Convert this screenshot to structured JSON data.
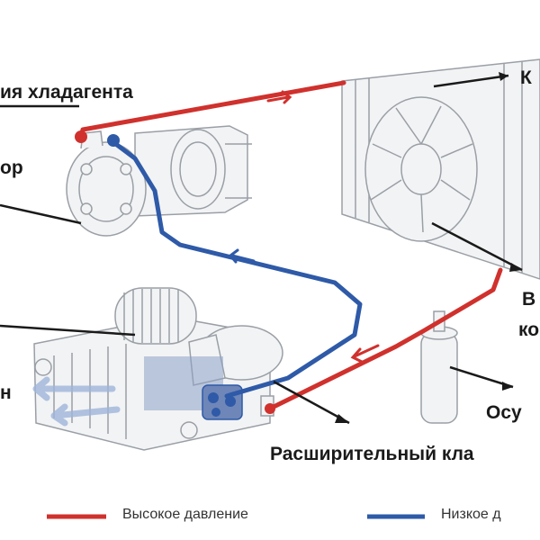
{
  "labels": {
    "line_top": "ия хладагента",
    "compressor": "ор",
    "condenser": "К",
    "fan_v": "В",
    "fan_ko": "ко",
    "dryer": "Осу",
    "evaporator": "н",
    "expansion_valve": "Расширительный кла"
  },
  "legend": {
    "high": "Высокое давление",
    "low": "Низкое д"
  },
  "colors": {
    "high_pressure": "#d0312d",
    "low_pressure": "#2e5aa8",
    "sketch": "#9a9fa6"
  }
}
